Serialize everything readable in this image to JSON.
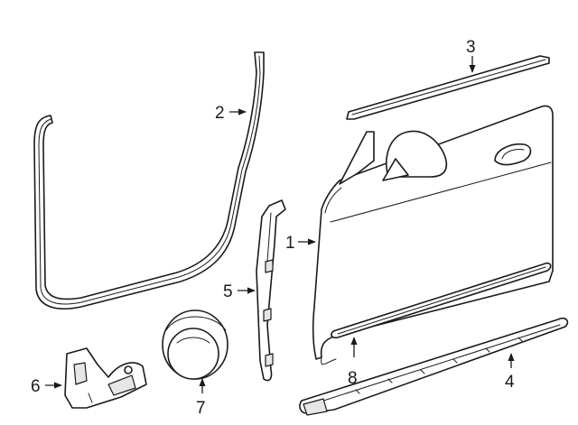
{
  "diagram": {
    "callouts": [
      {
        "id": "1",
        "label": "1",
        "name": "door-shell"
      },
      {
        "id": "2",
        "label": "2",
        "name": "door-weatherstrip-body-side"
      },
      {
        "id": "3",
        "label": "3",
        "name": "belt-molding"
      },
      {
        "id": "4",
        "label": "4",
        "name": "rocker-molding"
      },
      {
        "id": "5",
        "label": "5",
        "name": "door-seal-rear"
      },
      {
        "id": "6",
        "label": "6",
        "name": "bracket"
      },
      {
        "id": "7",
        "label": "7",
        "name": "speaker-ring-seal"
      },
      {
        "id": "8",
        "label": "8",
        "name": "door-side-molding"
      }
    ]
  }
}
